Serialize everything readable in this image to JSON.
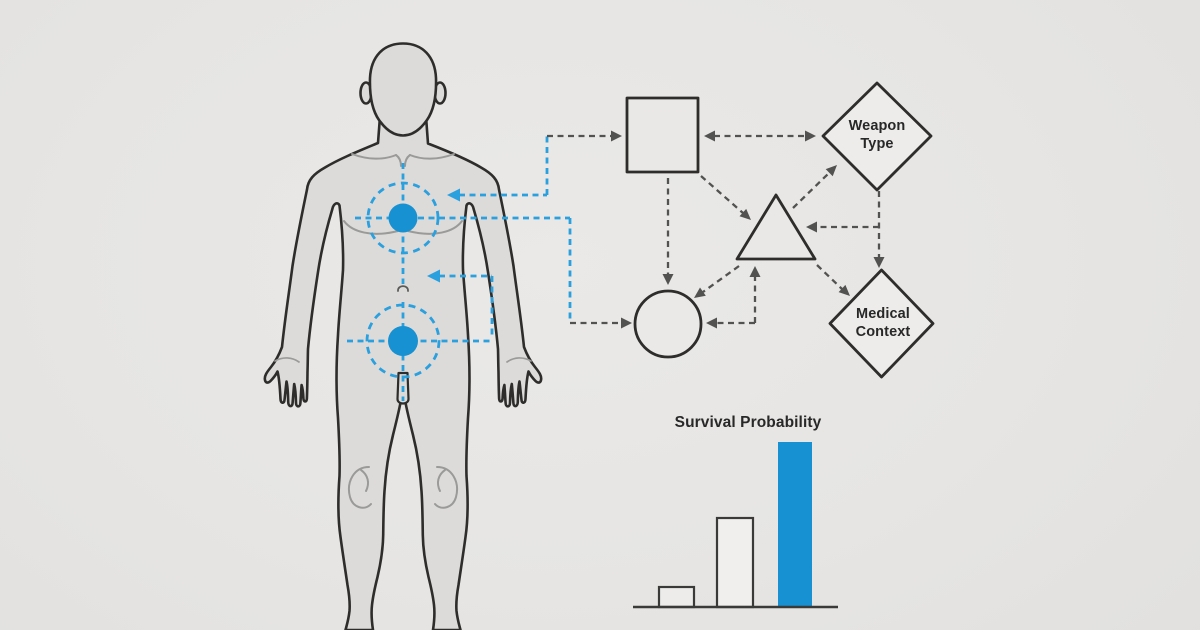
{
  "scene": {
    "description": "Anatomical human figure with two targeted impact points linked by dashed annotation lines to an abstract decision flowchart and a survival probability bar chart",
    "background": "#e6e5e3"
  },
  "colors": {
    "accent_blue": "#1791d2",
    "line_blue": "#2aa0df",
    "body_fill": "#dcdbd9",
    "outline_dark": "#2e2d2b",
    "gray_dash": "#525250",
    "detail_gray": "#98difference9896",
    "text": "#282828"
  },
  "body_map": {
    "figure": "front-facing male silhouette, cropped at ankles",
    "impact_points": [
      {
        "id": "chest",
        "icon": "target-dot",
        "x": 403,
        "y": 218,
        "dot_radius": 14.5,
        "ring_radius": 35
      },
      {
        "id": "pelvis",
        "icon": "target-dot",
        "x": 403,
        "y": 341,
        "dot_radius": 15,
        "ring_radius": 36
      }
    ]
  },
  "flowchart": {
    "nodes": [
      {
        "id": "process-square",
        "shape": "square",
        "label": ""
      },
      {
        "id": "weapon-type-node",
        "shape": "diamond",
        "label": "Weapon Type"
      },
      {
        "id": "factor-triangle",
        "shape": "triangle",
        "label": ""
      },
      {
        "id": "outcome-circle",
        "shape": "circle",
        "label": ""
      },
      {
        "id": "medical-context-node",
        "shape": "diamond",
        "label": "Medical Context"
      }
    ],
    "edges": [
      "chest-target to square (dashed, bidirectional blue/gray)",
      "square to weapon-type (dashed, double-headed)",
      "square to circle (dashed, down)",
      "square to triangle (dashed, diagonal)",
      "triangle to weapon-type (dashed, up-right)",
      "weapon-type to triangle and medical-context (dashed branch)",
      "triangle to circle (dashed, down-left)",
      "triangle to medical-context (dashed, down-right)",
      "chest-target to circle (dashed, blue then gray)",
      "pelvis-target loop to abdomen arrow (dashed blue)"
    ]
  },
  "chart": {
    "title": "Survival Probability"
  },
  "chart_data": {
    "type": "bar",
    "title": "Survival Probability",
    "categories": [
      "",
      "",
      ""
    ],
    "values": [
      12,
      54,
      100
    ],
    "ylim": [
      0,
      100
    ],
    "bar_styles": [
      "outlined",
      "outlined",
      "solid-blue"
    ],
    "highlight_color": "#1791d2",
    "axis_labels": false,
    "gridlines": false,
    "legend": false
  }
}
